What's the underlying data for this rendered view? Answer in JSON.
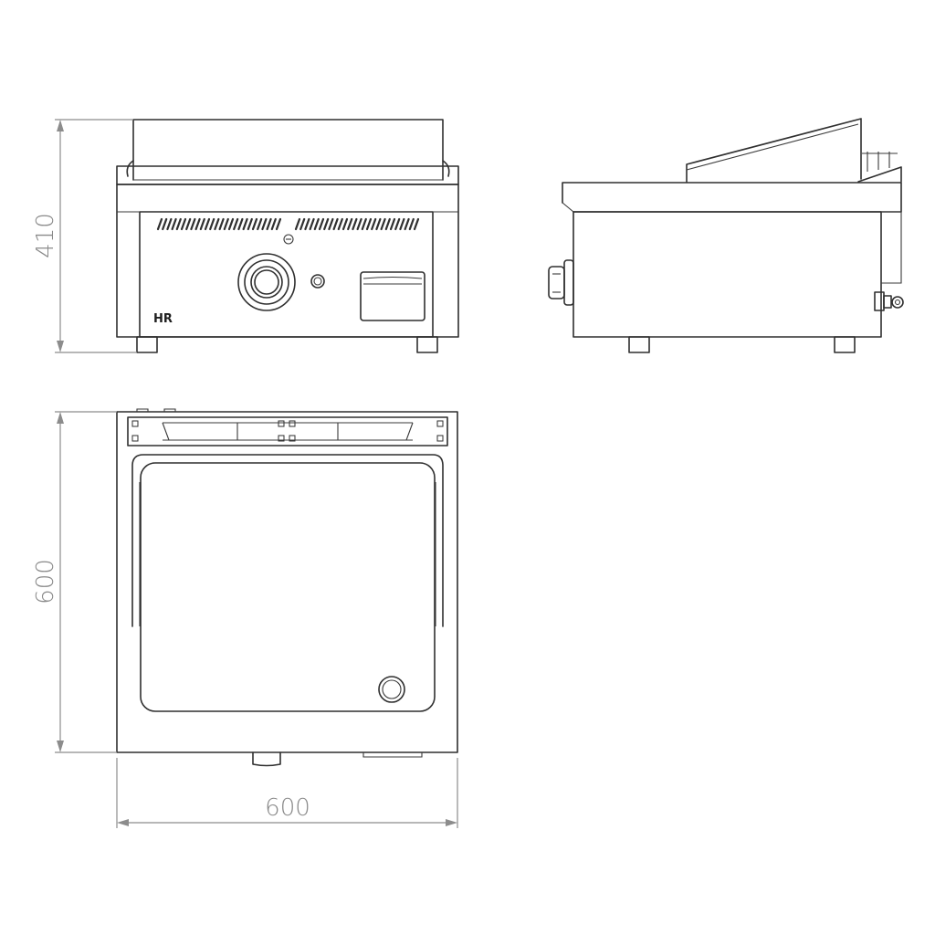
{
  "dimensions": {
    "height": "410",
    "depth": "600",
    "width": "600"
  },
  "brand": {
    "logo_text": "HR"
  },
  "colors": {
    "line": "#2f2f2f",
    "dimension": "#8c8c8c",
    "background": "#ffffff"
  }
}
